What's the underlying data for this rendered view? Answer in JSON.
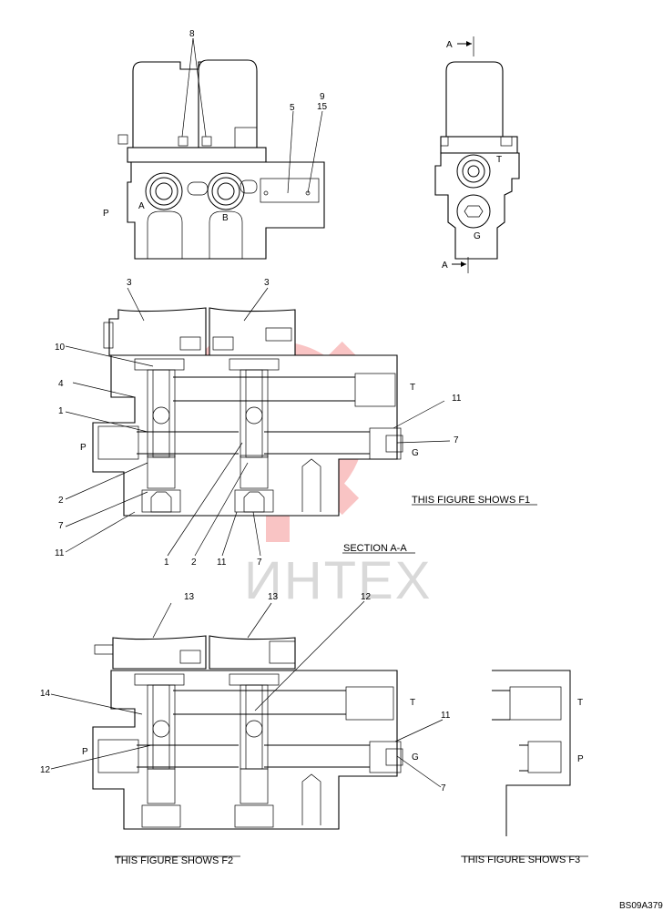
{
  "watermark": {
    "text": "ИНТЕХ",
    "color": "#ef5a5a"
  },
  "top_view": {
    "labels": {
      "p": "P",
      "a": "A",
      "b": "B",
      "n8": "8",
      "n5": "5",
      "n9": "9",
      "n15": "15"
    }
  },
  "side_view": {
    "labels": {
      "section_top": "A",
      "section_bottom": "A",
      "t": "T",
      "g": "G"
    }
  },
  "section_aa": {
    "labels": {
      "n3a": "3",
      "n3b": "3",
      "n10": "10",
      "n4": "4",
      "n1a": "1",
      "p": "P",
      "n2a": "2",
      "n7a": "7",
      "n11a": "11",
      "t": "T",
      "n11b": "11",
      "n7b": "7",
      "g": "G",
      "n1b": "1",
      "n2b": "2",
      "n11c": "11",
      "n7c": "7"
    },
    "figure_note": "THIS FIGURE SHOWS  F1",
    "caption": "SECTION   A-A"
  },
  "figure_f2": {
    "labels": {
      "n13a": "13",
      "n13b": "13",
      "n12a": "12",
      "n14": "14",
      "t": "T",
      "n11": "11",
      "p": "P",
      "g": "G",
      "n12b": "12",
      "n7": "7"
    },
    "figure_note": "THIS FIGURE SHOWS  F2"
  },
  "figure_f3": {
    "labels": {
      "t": "T",
      "p": "P"
    },
    "figure_note": "THIS FIGURE SHOWS  F3"
  },
  "drawing_code": "BS09A379"
}
